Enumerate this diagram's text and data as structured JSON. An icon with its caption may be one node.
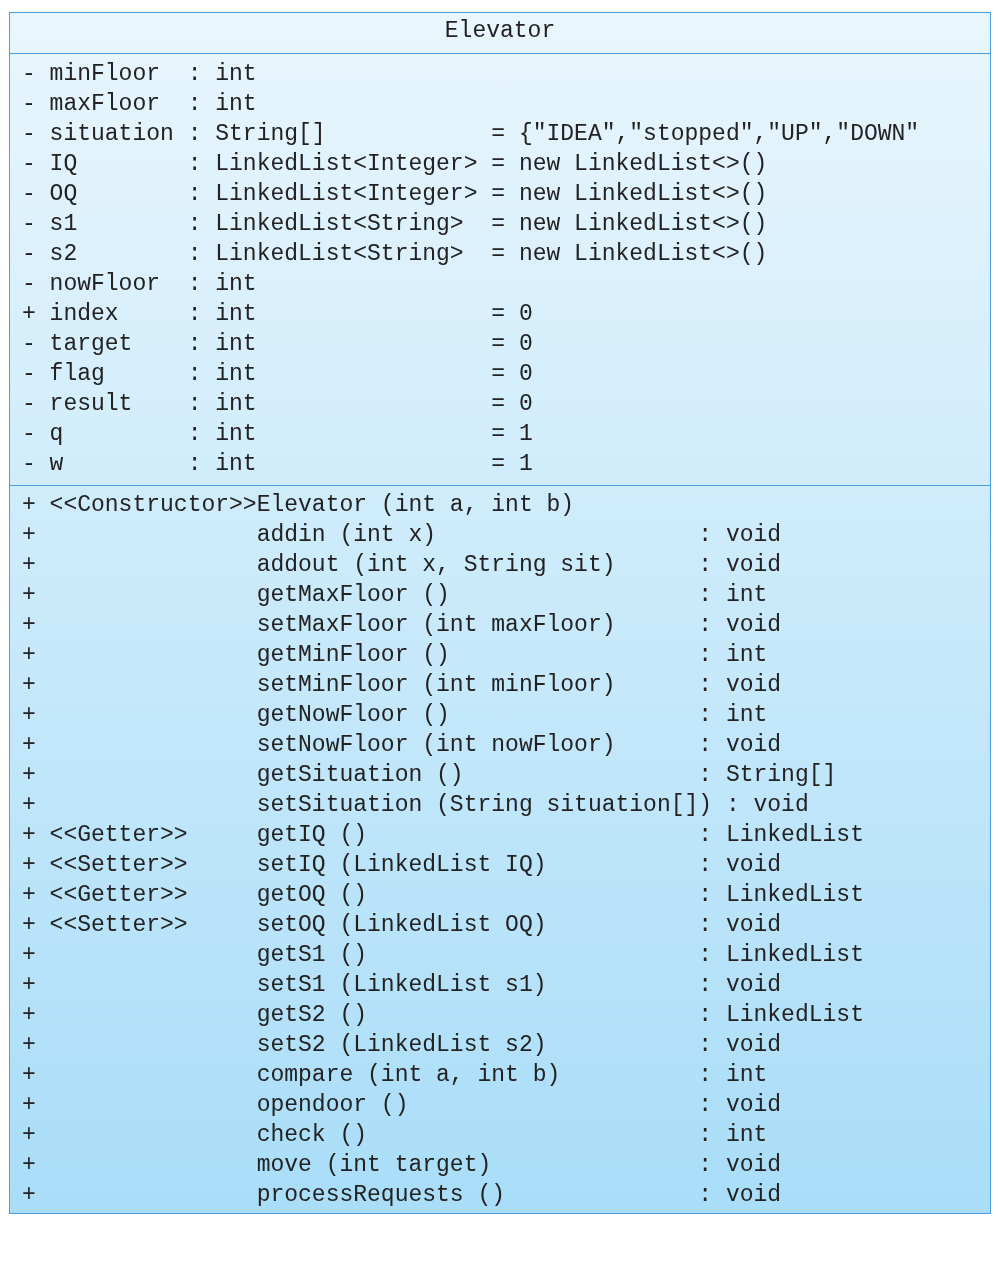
{
  "diagram": {
    "nodes": [
      {
        "text": [
          "Elevator"
        ]
      },
      {
        "text": [
          "- minFloor  : int",
          "- maxFloor  : int",
          "- situation : String[]            = {\"IDEA\",\"stopped\",\"UP\",\"DOWN\"",
          "- IQ        : LinkedList<Integer> = new LinkedList<>()",
          "- OQ        : LinkedList<Integer> = new LinkedList<>()",
          "- s1        : LinkedList<String>  = new LinkedList<>()",
          "- s2        : LinkedList<String>  = new LinkedList<>()",
          "- nowFloor  : int",
          "+ index     : int                 = 0",
          "- target    : int                 = 0",
          "- flag      : int                 = 0",
          "- result    : int                 = 0",
          "- q         : int                 = 1",
          "- w         : int                 = 1"
        ],
        "in": 0
      },
      {
        "text": [
          "+ <<Constructor>>Elevator (int a, int b)",
          "+                addin (int x)                   : void",
          "+                addout (int x, String sit)      : void",
          "+                getMaxFloor ()                  : int",
          "+                setMaxFloor (int maxFloor)      : void",
          "+                getMinFloor ()                  : int",
          "+                setMinFloor (int minFloor)      : void",
          "+                getNowFloor ()                  : int",
          "+                setNowFloor (int nowFloor)      : void",
          "+                getSituation ()                 : String[]",
          "+                setSituation (String situation[]) : void",
          "+ <<Getter>>     getIQ ()                        : LinkedList",
          "+ <<Setter>>     setIQ (LinkedList IQ)           : void",
          "+ <<Getter>>     getOQ ()                        : LinkedList",
          "+ <<Setter>>     setOQ (LinkedList OQ)           : void",
          "+                getS1 ()                        : LinkedList",
          "+                setS1 (LinkedList s1)           : void",
          "+                getS2 ()                        : LinkedList",
          "+                setS2 (LinkedList s2)           : void",
          "+                compare (int a, int b)          : int",
          "+                opendoor ()                     : void",
          "+                check ()                        : int",
          "+                move (int target)               : void",
          "+                processRequests ()              : void"
        ],
        "in": 0
      }
    ]
  }
}
